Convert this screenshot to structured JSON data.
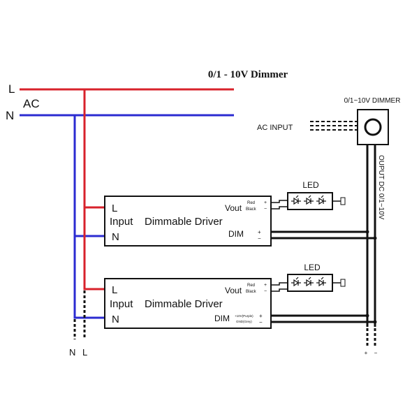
{
  "title": "0/1 - 10V Dimmer",
  "ac": {
    "line_label": "L",
    "neutral_label": "N",
    "ac_label": "AC",
    "bottom_n_label": "N",
    "bottom_l_label": "L"
  },
  "colors": {
    "line_wire": "#d8222b",
    "neutral_wire": "#2b2bd1",
    "control_wire": "#111111"
  },
  "dimmer": {
    "title": "0/1~10V  DIMMER",
    "ac_input_label": "AC  INPUT",
    "output_label": "OUPUT  DC  0/1~10V",
    "bottom_plus": "+",
    "bottom_minus": "−"
  },
  "drivers": [
    {
      "l_label": "L",
      "input_label": "Input",
      "title": "Dimmable Driver",
      "n_label": "N",
      "vout_label": "Vout",
      "red_label": "Red",
      "black_label": "Black",
      "dim_label": "DIM",
      "dim_plus": "+",
      "dim_minus": "−",
      "dim_plus_note": "",
      "dim_minus_note": "",
      "led_label": "LED"
    },
    {
      "l_label": "L",
      "input_label": "Input",
      "title": "Dimmable Driver",
      "n_label": "N",
      "vout_label": "Vout",
      "red_label": "Red",
      "black_label": "Black",
      "dim_label": "DIM",
      "dim_plus": "+",
      "dim_minus": "−",
      "dim_plus_note": "+10V(Purple)",
      "dim_minus_note": "GND(Grey)",
      "led_label": "LED"
    }
  ]
}
